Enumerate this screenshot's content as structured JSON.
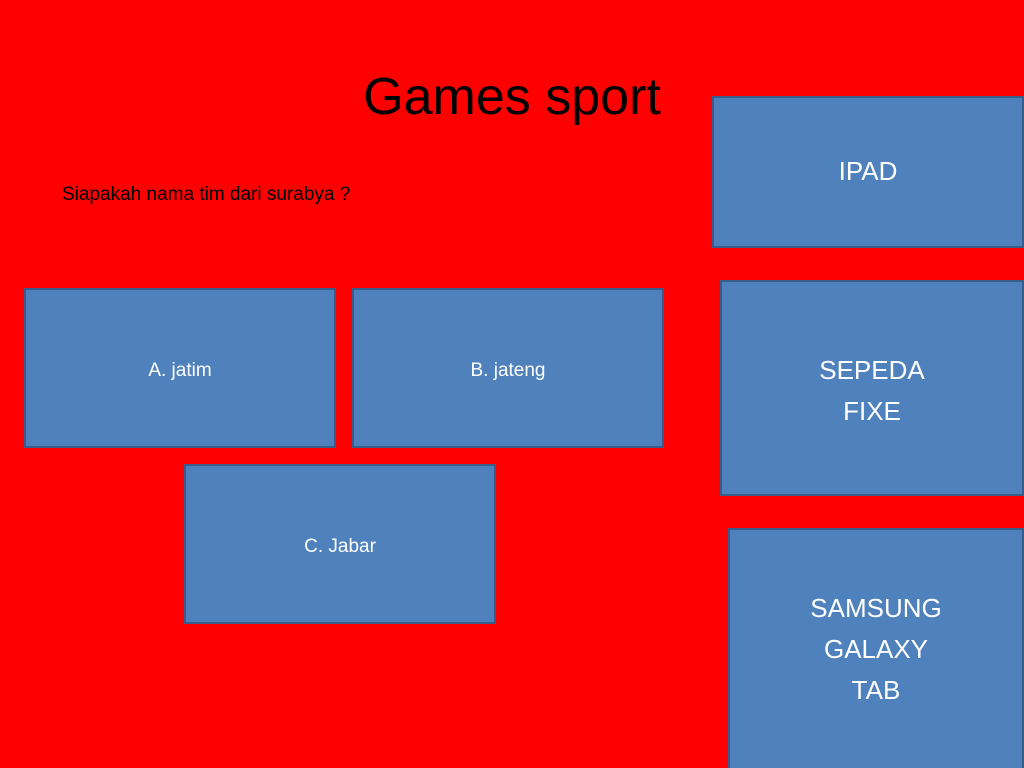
{
  "slide": {
    "title": "Games sport",
    "question": "Siapakah nama tim dari surabya ?",
    "background_color": "#ff0000",
    "box_color": "#4f81bd"
  },
  "answers": [
    {
      "label": "A. jatim"
    },
    {
      "label": "B. jateng"
    },
    {
      "label": "C. Jabar"
    }
  ],
  "prizes": [
    {
      "lines": [
        "IPAD"
      ]
    },
    {
      "lines": [
        "SEPEDA",
        "FIXE"
      ]
    },
    {
      "lines": [
        "SAMSUNG",
        "GALAXY",
        "TAB"
      ]
    }
  ]
}
